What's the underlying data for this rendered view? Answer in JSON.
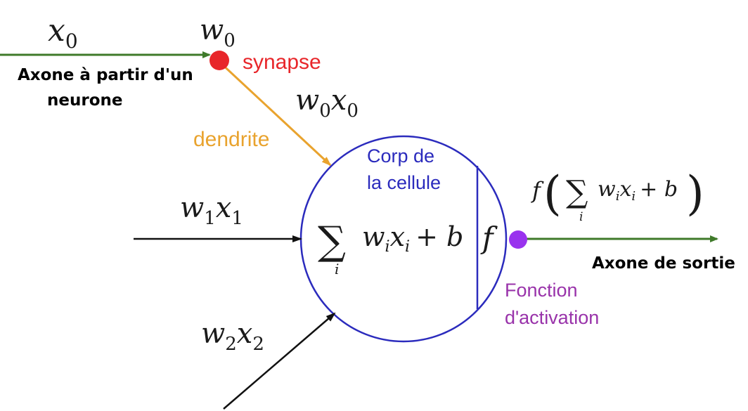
{
  "inputs": {
    "x0": {
      "base": "x",
      "sub": "0"
    },
    "w0": {
      "base": "w",
      "sub": "0"
    },
    "w0x0": {
      "w": "w",
      "wsub": "0",
      "x": "x",
      "xsub": "0"
    },
    "w1x1": {
      "w": "w",
      "wsub": "1",
      "x": "x",
      "xsub": "1"
    },
    "w2x2": {
      "w": "w",
      "wsub": "2",
      "x": "x",
      "xsub": "2"
    }
  },
  "labels": {
    "synapse": "synapse",
    "dendrite": "dendrite",
    "axon_in_line1": "Axone à partir d'un",
    "axon_in_line2": "neurone",
    "cell_body_line1": "Corp de",
    "cell_body_line2": "la cellule",
    "axon_out": "Axone de sortie",
    "activation_line1": "Fonction",
    "activation_line2": "d'activation"
  },
  "formula": {
    "sum": "∑",
    "index": "i",
    "w": "w",
    "x": "x",
    "sub_i": "i",
    "plus_b": "+ b",
    "f": "f",
    "open_paren": "(",
    "close_paren": ")"
  },
  "colors": {
    "synapse": "#e8262a",
    "dendrite": "#e9a32e",
    "cell_body": "#2b2bbd",
    "activation": "#9933cc",
    "axon": "#3f7a2a",
    "input_arrow": "#111111"
  }
}
